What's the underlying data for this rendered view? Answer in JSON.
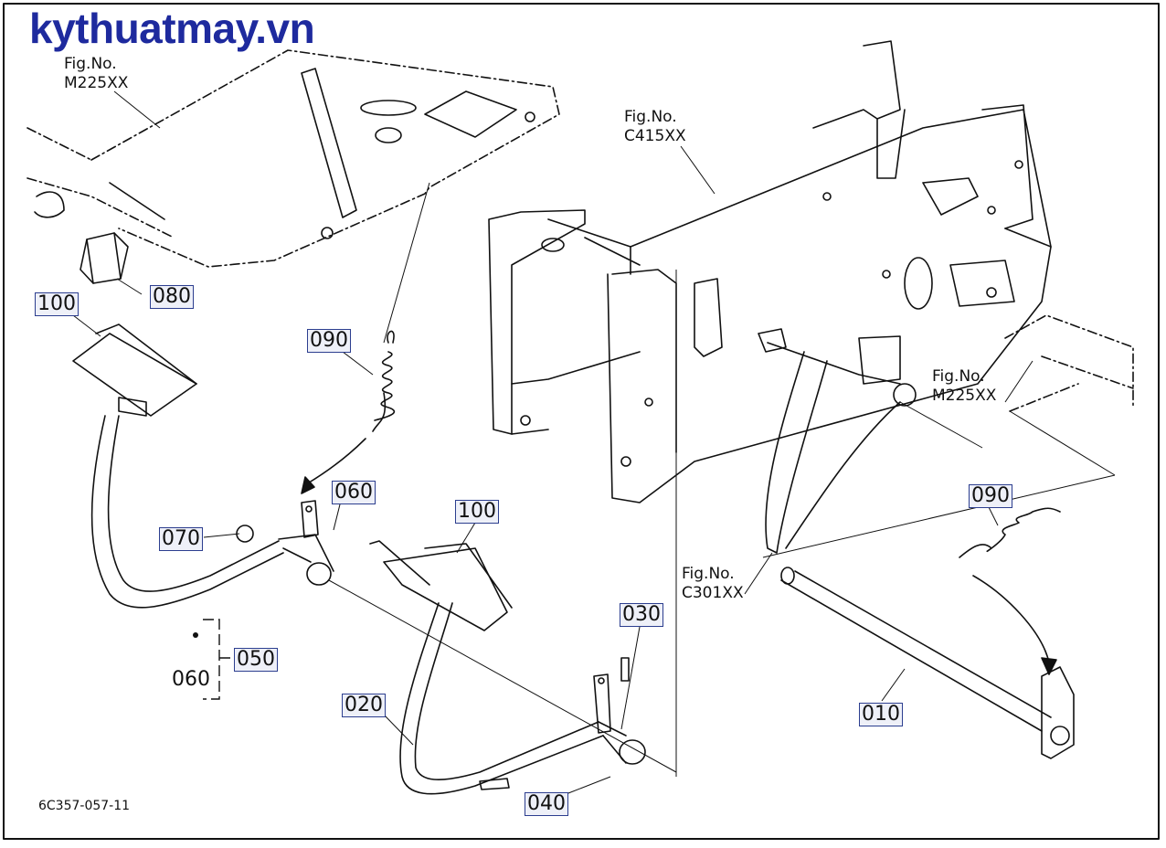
{
  "watermark": "kythuatmay.vn",
  "drawing_code": "6C357-057-11",
  "figure_refs": [
    {
      "label": "Fig.No.",
      "code": "M225XX"
    },
    {
      "label": "Fig.No.",
      "code": "C415XX"
    },
    {
      "label": "Fig.No.",
      "code": "M225XX"
    },
    {
      "label": "Fig.No.",
      "code": "C301XX"
    }
  ],
  "callouts": {
    "c100a": "100",
    "c080": "080",
    "c090a": "090",
    "c060a": "060",
    "c070": "070",
    "c050": "050",
    "c100b": "100",
    "c030": "030",
    "c020": "020",
    "c040": "040",
    "c090b": "090",
    "c010": "010"
  },
  "plain_labels": {
    "p060": "060"
  },
  "colors": {
    "brand": "#1e2a9e",
    "callout_border": "#2c3e8f",
    "callout_fill": "#eef0f8",
    "line": "#111111"
  }
}
